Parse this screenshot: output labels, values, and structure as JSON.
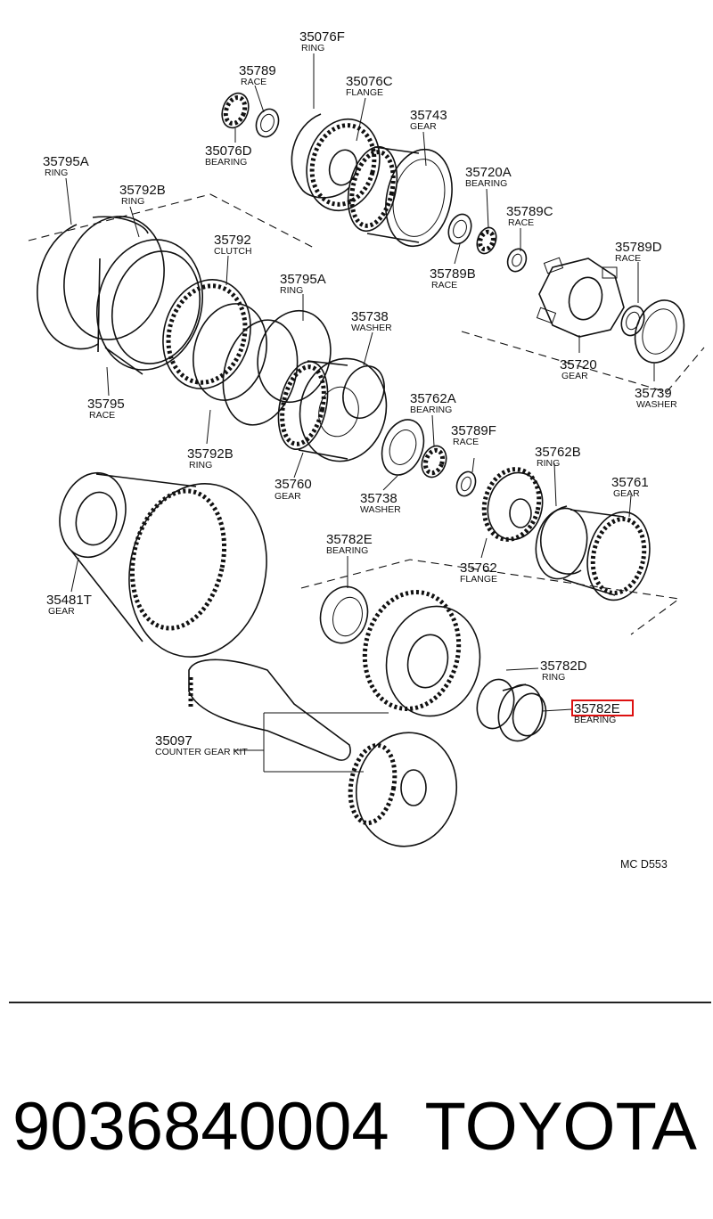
{
  "callouts": [
    {
      "id": "c1",
      "number": "35076F",
      "desc": "RING"
    },
    {
      "id": "c2",
      "number": "35789",
      "desc": "RACE"
    },
    {
      "id": "c3",
      "number": "35076C",
      "desc": "FLANGE"
    },
    {
      "id": "c4",
      "number": "35743",
      "desc": "GEAR"
    },
    {
      "id": "c5",
      "number": "35076D",
      "desc": "BEARING"
    },
    {
      "id": "c6",
      "number": "35795A",
      "desc": "RING"
    },
    {
      "id": "c7",
      "number": "35720A",
      "desc": "BEARING"
    },
    {
      "id": "c8",
      "number": "35792B",
      "desc": "RING"
    },
    {
      "id": "c9",
      "number": "35789C",
      "desc": "RACE"
    },
    {
      "id": "c10",
      "number": "35792",
      "desc": "CLUTCH"
    },
    {
      "id": "c11",
      "number": "35789D",
      "desc": "RACE"
    },
    {
      "id": "c12",
      "number": "35789B",
      "desc": "RACE"
    },
    {
      "id": "c13",
      "number": "35795A",
      "desc": "RING"
    },
    {
      "id": "c14",
      "number": "35738",
      "desc": "WASHER"
    },
    {
      "id": "c15",
      "number": "35720",
      "desc": "GEAR"
    },
    {
      "id": "c16",
      "number": "35739",
      "desc": "WASHER"
    },
    {
      "id": "c17",
      "number": "35795",
      "desc": "RACE"
    },
    {
      "id": "c18",
      "number": "35762A",
      "desc": "BEARING"
    },
    {
      "id": "c19",
      "number": "35789F",
      "desc": "RACE"
    },
    {
      "id": "c20",
      "number": "35792B",
      "desc": "RING"
    },
    {
      "id": "c21",
      "number": "35762B",
      "desc": "RING"
    },
    {
      "id": "c22",
      "number": "35760",
      "desc": "GEAR"
    },
    {
      "id": "c23",
      "number": "35738",
      "desc": "WASHER"
    },
    {
      "id": "c24",
      "number": "35761",
      "desc": "GEAR"
    },
    {
      "id": "c25",
      "number": "35782E",
      "desc": "BEARING"
    },
    {
      "id": "c26",
      "number": "35762",
      "desc": "FLANGE"
    },
    {
      "id": "c27",
      "number": "35481T",
      "desc": "GEAR"
    },
    {
      "id": "c28",
      "number": "35782D",
      "desc": "RING"
    },
    {
      "id": "c29",
      "number": "35782E",
      "desc": "BEARING"
    },
    {
      "id": "c30",
      "number": "35097",
      "desc": "COUNTER GEAR KIT"
    }
  ],
  "diagram_code": "MC D553",
  "highlight_color": "#d11111",
  "footer": {
    "part_number": "9036840004",
    "brand": "TOYOTA"
  }
}
